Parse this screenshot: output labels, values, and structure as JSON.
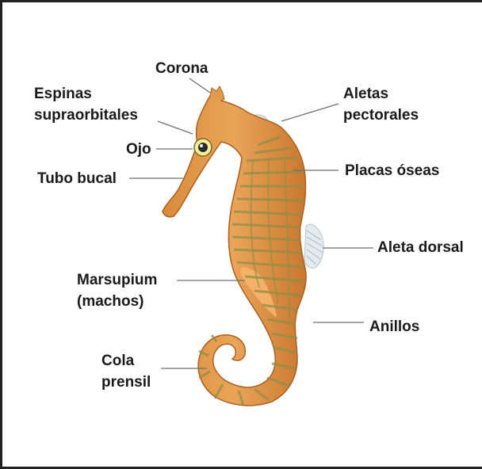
{
  "labels": {
    "corona": "Corona",
    "espinas_1": "Espinas",
    "espinas_2": "supraorbitales",
    "ojo": "Ojo",
    "tubo_bucal": "Tubo bucal",
    "aletas_pectorales_1": "Aletas",
    "aletas_pectorales_2": "pectorales",
    "placas_oseas": "Placas óseas",
    "aleta_dorsal": "Aleta dorsal",
    "marsupium_1": "Marsupium",
    "marsupium_2": "(machos)",
    "anillos": "Anillos",
    "cola_1": "Cola",
    "cola_2": "prensil"
  },
  "colors": {
    "body": "#e8a152",
    "body_dark": "#b86f2a",
    "ridge": "#8a9a48",
    "pouch": "#f4b06a",
    "fin": "#dfe6ea",
    "eye": "#e8e07a",
    "line": "#666666"
  },
  "icons": {
    "illustration": "seahorse-illustration"
  }
}
